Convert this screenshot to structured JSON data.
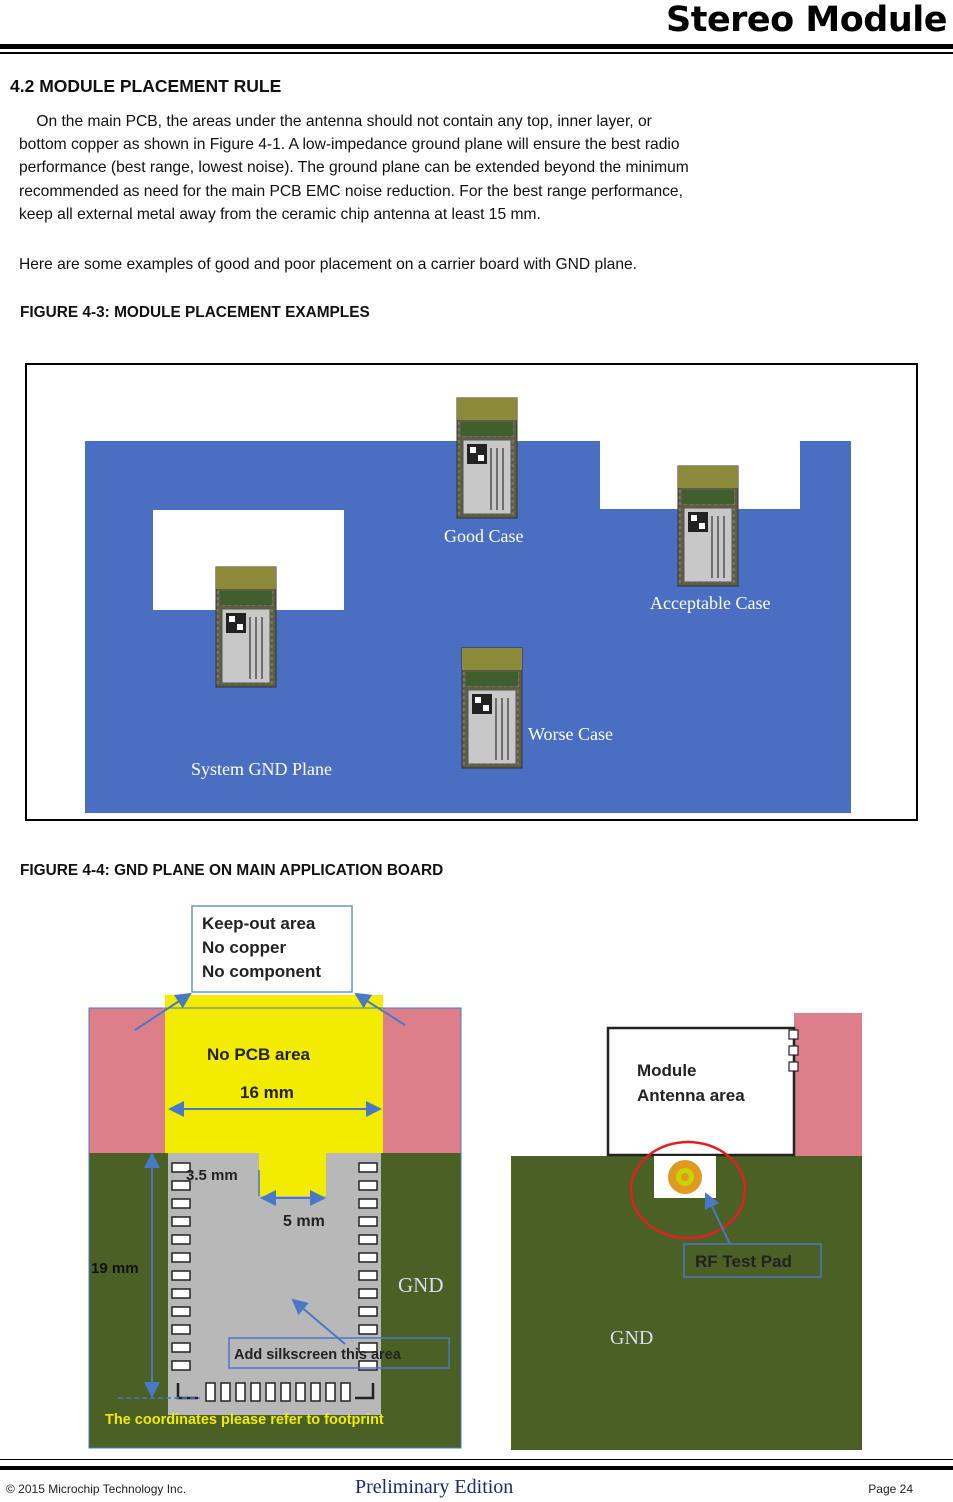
{
  "header": {
    "title": "Stereo Module"
  },
  "section": {
    "heading": "4.2 MODULE PLACEMENT RULE",
    "para1_lines": [
      "    On the main PCB, the areas under the antenna should not contain any top, inner layer, or",
      "bottom copper as shown in Figure 4-1.  A low-impedance ground plane will ensure the best radio",
      "performance (best range, lowest noise).  The ground plane can be extended beyond the minimum",
      "recommended as need for the main PCB EMC noise reduction.  For the best range performance,",
      "keep all external metal away from the ceramic chip antenna at least 15 mm."
    ],
    "para2": "Here are some examples of good and poor placement on a carrier board with GND plane."
  },
  "figure3": {
    "caption": "FIGURE 4-3: MODULE PLACEMENT EXAMPLES",
    "labels": {
      "good": "Good Case",
      "acceptable": "Acceptable Case",
      "worse": "Worse Case",
      "gnd_plane": "System GND Plane"
    },
    "colors": {
      "plane": "#4a6fc2",
      "module": "#6b6a4a"
    }
  },
  "figure4": {
    "caption": "FIGURE 4-4: GND PLANE ON MAIN APPLICATION BOARD",
    "left": {
      "keepout_lines": [
        "Keep-out area",
        "No copper",
        "No component"
      ],
      "no_pcb_area": "No PCB area",
      "dim_16": "16 mm",
      "dim_3_5": "3.5 mm",
      "dim_5": "5 mm",
      "dim_19": "19 mm",
      "gnd": "GND",
      "silkscreen": "Add silkscreen this area",
      "footprint_note": "The coordinates please refer to footprint"
    },
    "right": {
      "antenna_lines": [
        "Module",
        "Antenna area"
      ],
      "rf_test_pad": "RF Test Pad",
      "gnd": "GND"
    },
    "colors": {
      "yellow": "#f2ec00",
      "pink": "#dc7f8a",
      "green": "#4a6024",
      "gray": "#b8b8b8",
      "blue_line": "#4a78c8",
      "red": "#e02020"
    }
  },
  "footer": {
    "copyright": "© 2015 Microchip Technology Inc.",
    "edition": "Preliminary Edition",
    "page": "Page 24"
  }
}
